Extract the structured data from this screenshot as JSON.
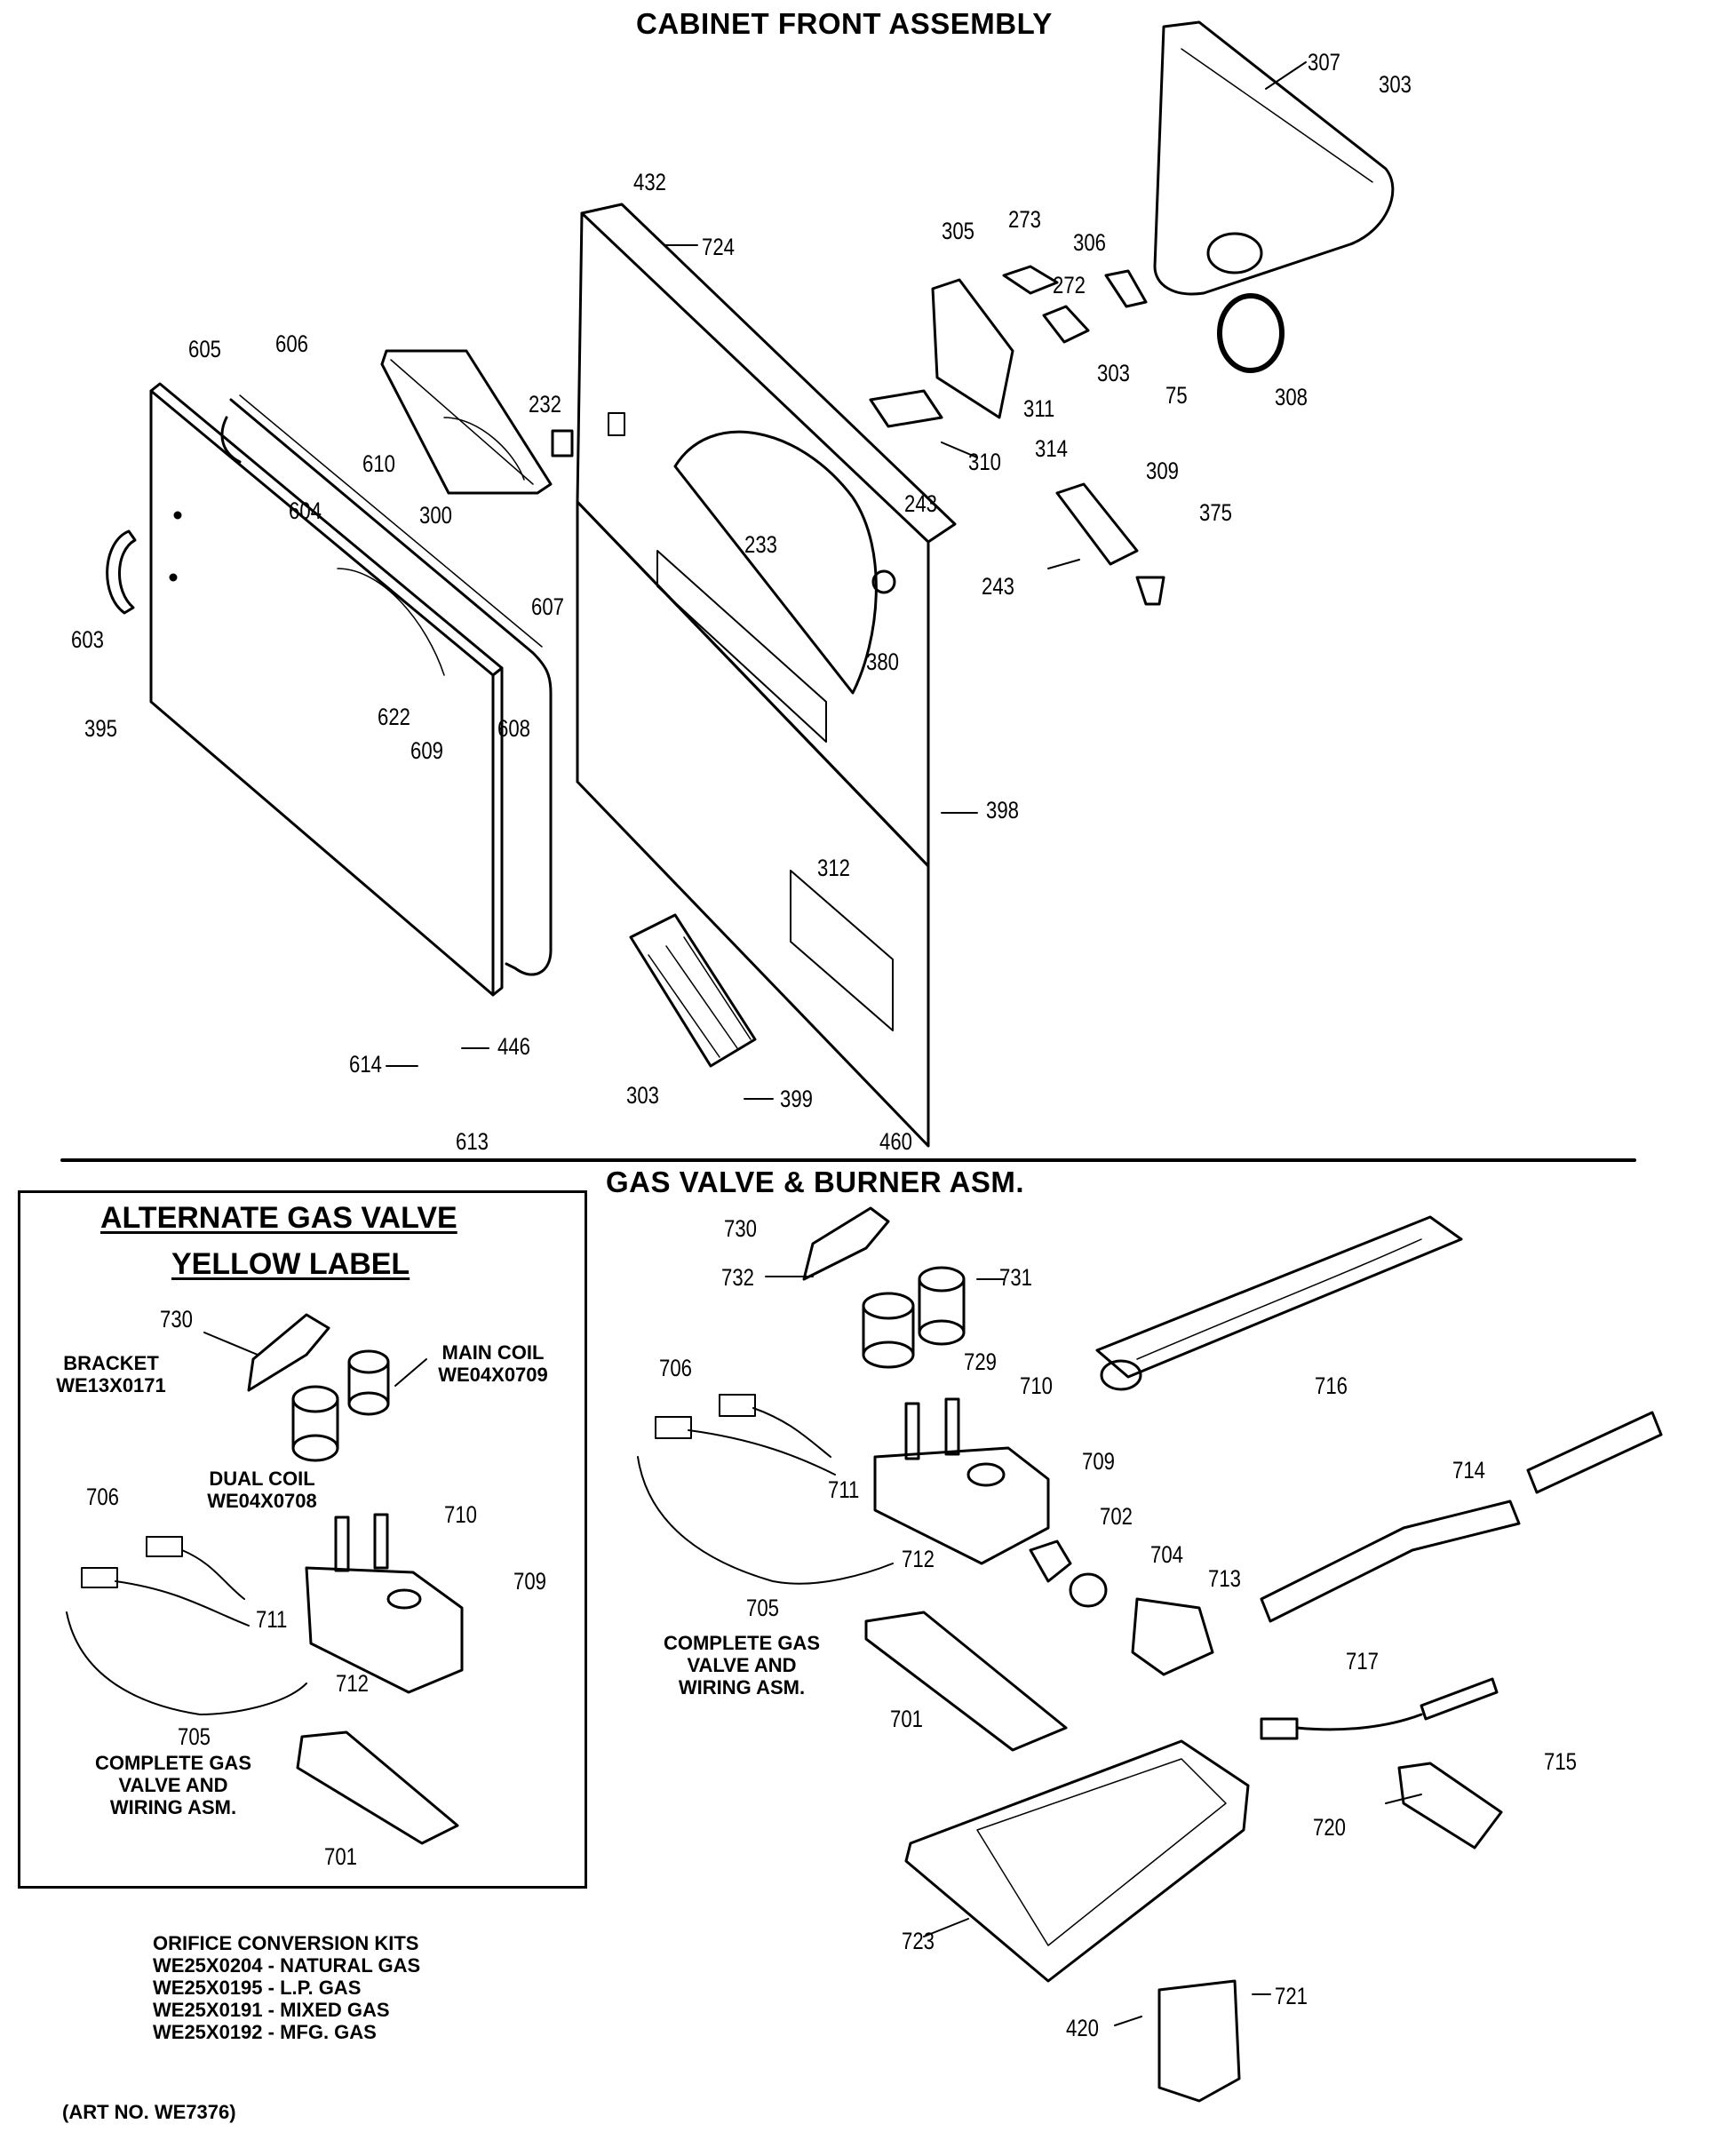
{
  "titles": {
    "cabinet": "CABINET FRONT ASSEMBLY",
    "gas_valve": "GAS VALVE & BURNER ASM."
  },
  "alternate": {
    "title": "ALTERNATE GAS VALVE",
    "subtitle": "YELLOW LABEL",
    "bracket": [
      "BRACKET",
      "WE13X0171"
    ],
    "main_coil": [
      "MAIN COIL",
      "WE04X0709"
    ],
    "dual_coil": [
      "DUAL COIL",
      "WE04X0708"
    ],
    "complete": [
      "COMPLETE GAS",
      "VALVE AND",
      "WIRING ASM."
    ],
    "parts": [
      "730",
      "706",
      "711",
      "712",
      "710",
      "709",
      "705",
      "701"
    ]
  },
  "gas_section": {
    "complete": [
      "COMPLETE GAS",
      "VALVE AND",
      "WIRING ASM."
    ],
    "parts": [
      "730",
      "732",
      "731",
      "729",
      "716",
      "706",
      "710",
      "709",
      "711",
      "712",
      "702",
      "704",
      "713",
      "714",
      "705",
      "701",
      "717",
      "715",
      "720",
      "723",
      "721",
      "420"
    ]
  },
  "orifice": {
    "title": "ORIFICE CONVERSION KITS",
    "kits": [
      "WE25X0204 - NATURAL GAS",
      "WE25X0195 - L.P. GAS",
      "WE25X0191 - MIXED GAS",
      "WE25X0192 - MFG. GAS"
    ]
  },
  "art_no": "(ART NO. WE7376)",
  "cabinet_parts": [
    "432",
    "724",
    "305",
    "273",
    "306",
    "272",
    "307",
    "303",
    "605",
    "606",
    "232",
    "311",
    "303",
    "75",
    "308",
    "310",
    "314",
    "309",
    "375",
    "610",
    "604",
    "300",
    "243",
    "233",
    "243",
    "603",
    "607",
    "380",
    "622",
    "608",
    "609",
    "395",
    "398",
    "312",
    "614",
    "446",
    "303",
    "399",
    "460",
    "613"
  ]
}
